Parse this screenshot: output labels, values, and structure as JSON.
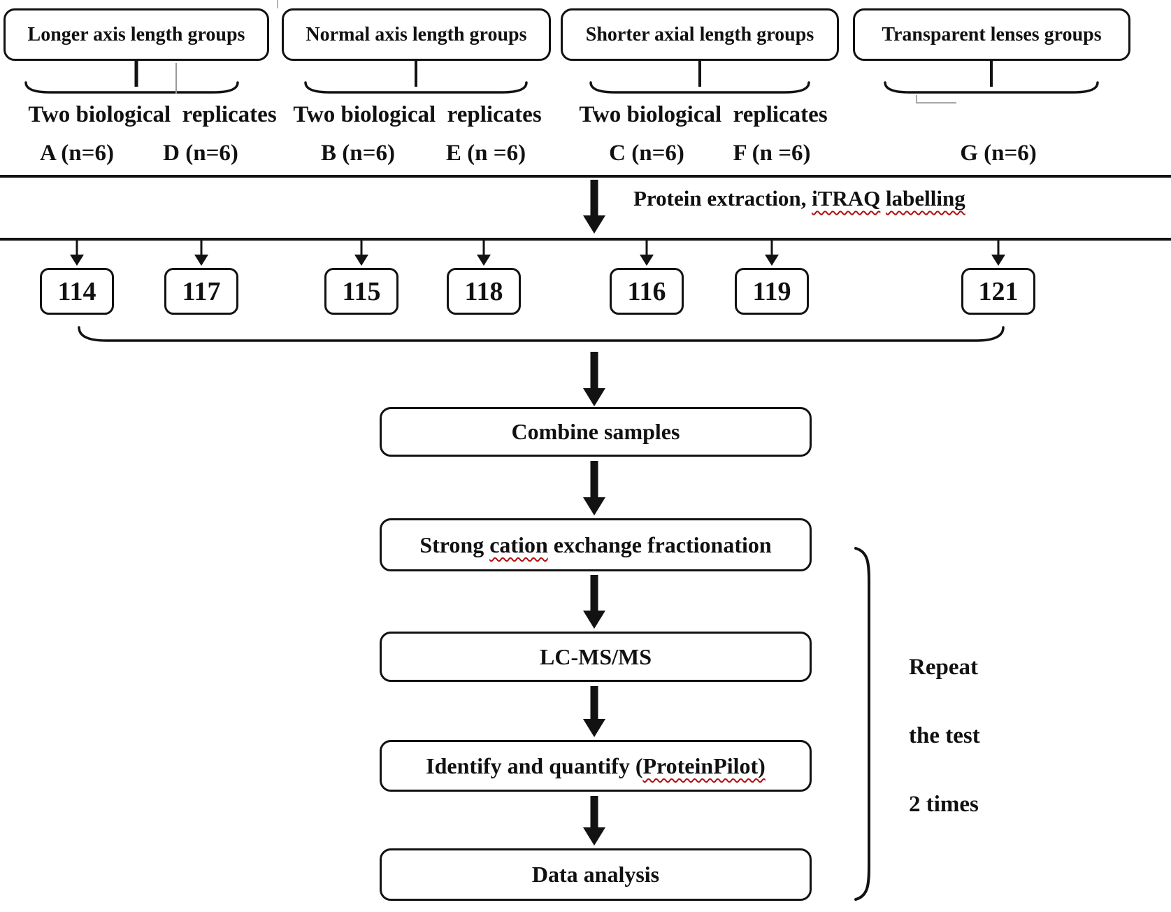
{
  "groups": [
    {
      "title": "Longer axis length groups",
      "replicates_label": "Two biological  replicates",
      "samples": [
        "A (n=6)",
        "D (n=6)"
      ]
    },
    {
      "title": "Normal axis length groups",
      "replicates_label": "Two biological  replicates",
      "samples": [
        "B (n=6)",
        "E (n =6)"
      ]
    },
    {
      "title": "Shorter axial length groups",
      "replicates_label": "Two biological  replicates",
      "samples": [
        "C (n=6)",
        "F (n =6)"
      ]
    },
    {
      "title": "Transparent lenses groups",
      "samples": [
        "G (n=6)"
      ]
    }
  ],
  "extraction": {
    "prefix": "Protein extraction, ",
    "word1": "iTRAQ",
    "sep": " ",
    "word2": "labelling"
  },
  "itraq_tags": [
    "114",
    "117",
    "115",
    "118",
    "116",
    "119",
    "121"
  ],
  "steps": {
    "combine": {
      "label": "Combine samples"
    },
    "scx": {
      "seg1": "Strong ",
      "wavy": "cation",
      "seg2": " exchange fractionation"
    },
    "lcms": {
      "label": "LC-MS/MS"
    },
    "identify": {
      "seg1": "Identify and quantify (",
      "wavy": "ProteinPilot)"
    },
    "data_analysis": {
      "label": "Data analysis"
    }
  },
  "repeat_note": {
    "lines": [
      "Repeat",
      "the test",
      "2 times"
    ]
  },
  "colors": {
    "line": "#121212",
    "text": "#111111",
    "squiggle": "#b01010"
  }
}
